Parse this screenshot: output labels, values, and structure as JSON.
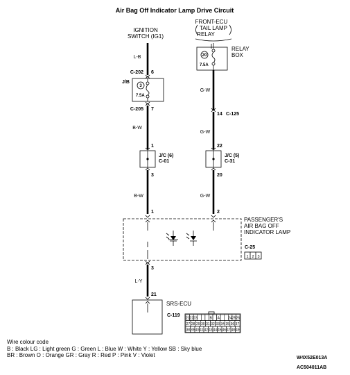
{
  "title": "Air Bag Off Indicator Lamp Drive Circuit",
  "ignition_switch": {
    "line1": "IGNITION",
    "line2": "SWITCH (IG1)"
  },
  "front_ecu": {
    "line1": "FRONT-ECU",
    "line2": "TAIL LAMP",
    "line3": "RELAY"
  },
  "relay_box": {
    "line1": "RELAY",
    "line2": "BOX",
    "fuse_no": "20",
    "fuse_rating": "7.5A"
  },
  "jb": {
    "label": "J/B",
    "fuse_no": "3",
    "fuse_rating": "7.5A",
    "conn_in": "C-202",
    "pin_in": "6",
    "conn_out": "C-205",
    "pin_out": "7"
  },
  "wires": {
    "left_top": "L-B",
    "left_mid": "B-W",
    "left_low": "B-W",
    "bottom": "L-Y",
    "right_top": "G-W",
    "right_mid": "G-W",
    "right_low": "G-W"
  },
  "c125": {
    "pin": "14",
    "connector": "C-125"
  },
  "jc6": {
    "label": "J/C (6)",
    "connector": "C-01",
    "pin_top": "1",
    "pin_bottom": "3"
  },
  "jc5": {
    "label": "J/C (5)",
    "connector": "C-31",
    "pin_top": "22",
    "pin_bottom": "20"
  },
  "lamp": {
    "line1": "PASSENGER'S",
    "line2": "AIR BAG OFF",
    "line3": "INDICATOR LAMP",
    "connector": "C-25",
    "pin_left": "1",
    "pin_right": "2",
    "pin_out": "3",
    "conn_pins": [
      "1",
      "2",
      "3"
    ]
  },
  "srs": {
    "label": "SRS-ECU",
    "connector": "C-119",
    "pin": "21",
    "grid_row1": [
      "21",
      "22",
      "23",
      "",
      "",
      "",
      "B",
      "",
      "A",
      "",
      "",
      "24",
      "25",
      "26"
    ],
    "grid_row2": [
      "27",
      "28",
      "29",
      "30",
      "31",
      "32",
      "33",
      "34",
      "35",
      "36",
      "37"
    ],
    "grid_row3": [
      "38",
      "39",
      "40",
      "41",
      "42",
      "43",
      "44",
      "45",
      "46",
      "47",
      "48",
      "49"
    ]
  },
  "legend": {
    "heading": "Wire colour code",
    "row1": "B : Black    LG : Light green    G : Green    L : Blue    W : White    Y : Yellow    SB : Sky blue",
    "row2": "BR : Brown    O : Orange    GR : Gray    R : Red    P : Pink    V : Violet"
  },
  "codes": {
    "code1": "W4X52E013A",
    "code2": "AC504011AB"
  }
}
